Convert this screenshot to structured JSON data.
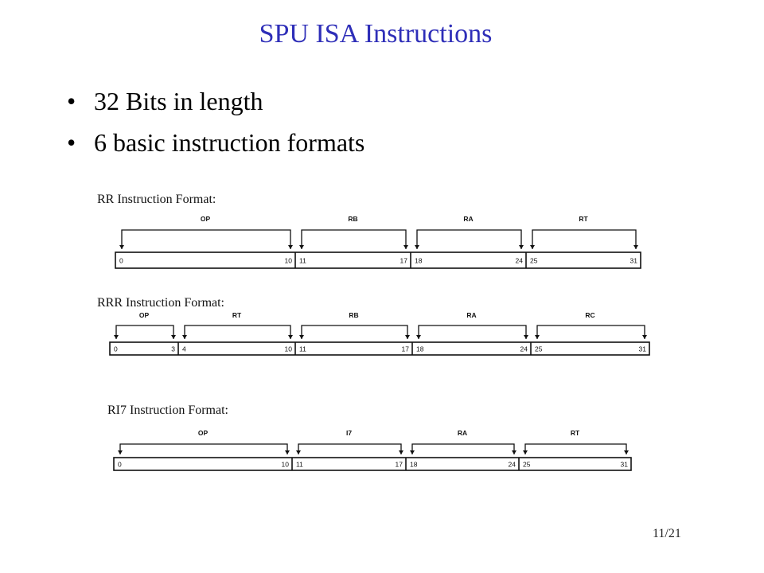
{
  "title": "SPU ISA Instructions",
  "bullets": [
    "32 Bits in length",
    "6 basic instruction formats"
  ],
  "formats": [
    {
      "label": "RR Instruction Format:",
      "fields": [
        {
          "name": "OP",
          "start": "0",
          "end": "10"
        },
        {
          "name": "RB",
          "start": "11",
          "end": "17"
        },
        {
          "name": "RA",
          "start": "18",
          "end": "24"
        },
        {
          "name": "RT",
          "start": "25",
          "end": "31"
        }
      ]
    },
    {
      "label": "RRR Instruction Format:",
      "fields": [
        {
          "name": "OP",
          "start": "0",
          "end": "3"
        },
        {
          "name": "RT",
          "start": "4",
          "end": "10"
        },
        {
          "name": "RB",
          "start": "11",
          "end": "17"
        },
        {
          "name": "RA",
          "start": "18",
          "end": "24"
        },
        {
          "name": "RC",
          "start": "25",
          "end": "31"
        }
      ]
    },
    {
      "label": "RI7 Instruction Format:",
      "fields": [
        {
          "name": "OP",
          "start": "0",
          "end": "10"
        },
        {
          "name": "I7",
          "start": "11",
          "end": "17"
        },
        {
          "name": "RA",
          "start": "18",
          "end": "24"
        },
        {
          "name": "RT",
          "start": "25",
          "end": "31"
        }
      ]
    }
  ],
  "page_number": "11/21"
}
